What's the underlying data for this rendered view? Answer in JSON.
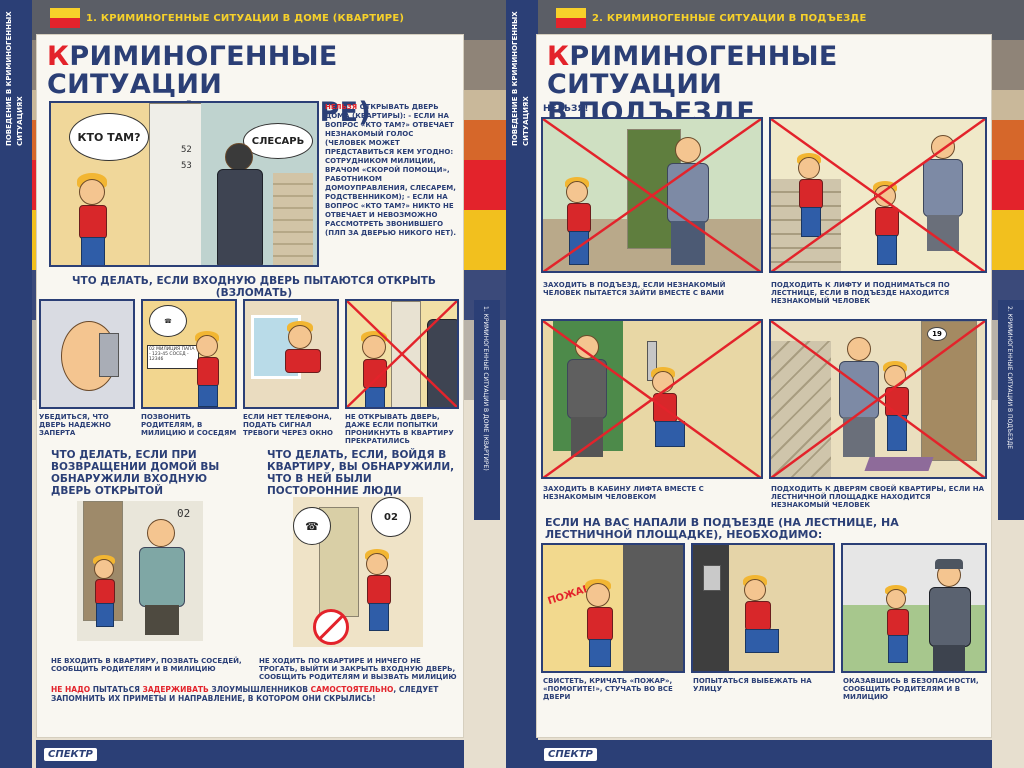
{
  "left": {
    "side_label": "ПОВЕДЕНИЕ В КРИМИНОГЕННЫХ СИТУАЦИЯХ",
    "top_label": "1. КРИМИНОГЕННЫЕ СИТУАЦИИ В ДОМЕ (КВАРТИРЕ)",
    "title_first": "К",
    "title_rest_1": "РИМИНОГЕННЫЕ СИТУАЦИИ",
    "title_line_2": "В ДОМЕ (КВАРТИРЕ)",
    "bubble_1": "КТО ТАМ?",
    "bubble_2": "СЛЕСАРЬ",
    "apt_52": "52",
    "apt_53": "53",
    "intro_red": "НЕЛЬЗЯ",
    "intro_text": "ОТКРЫВАТЬ ДВЕРЬ ДОМА (КВАРТИРЫ): - ЕСЛИ НА ВОПРОС «КТО ТАМ?» ОТВЕЧАЕТ НЕЗНАКОМЫЙ ГОЛОС (ЧЕЛОВЕК МОЖЕТ ПРЕДСТАВИТЬСЯ КЕМ УГОДНО: СОТРУДНИКОМ МИЛИЦИИ, ВРАЧОМ «СКОРОЙ ПОМОЩИ», РАБОТНИКОМ ДОМОУПРАВЛЕНИЯ, СЛЕСАРЕМ, РОДСТВЕННИКОМ); - ЕСЛИ НА ВОПРОС «КТО ТАМ?» НИКТО НЕ ОТВЕЧАЕТ И НЕВОЗМОЖНО РАССМОТРЕТЬ ЗВОНИВШЕГО (ПЛП ЗА ДВЕРЬЮ НИКОГО НЕТ).",
    "heading_break_in": "ЧТО ДЕЛАТЬ, ЕСЛИ ВХОДНУЮ ДВЕРЬ ПЫТАЮТСЯ ОТКРЫТЬ (ВЗЛОМАТЬ)",
    "cap_1": "УБЕДИТЬСЯ, ЧТО ДВЕРЬ НАДЕЖНО ЗАПЕРТА",
    "cap_2": "ПОЗВОНИТЬ РОДИТЕЛЯМ, В МИЛИЦИЮ И СОСЕДЯМ",
    "cap_3": "ЕСЛИ НЕТ ТЕЛЕФОНА, ПОДАТЬ СИГНАЛ ТРЕВОГИ ЧЕРЕЗ ОКНО",
    "cap_4": "НЕ ОТКРЫВАТЬ ДВЕРЬ, ДАЖЕ ЕСЛИ ПОПЫТКИ ПРОНИКНУТЬ В КВАРТИРУ ПРЕКРАТИЛИСЬ",
    "phone_note": "02 МИЛИЦИЯ ПАПА - 123-45 СОСЕД - 12346",
    "heading_open_door": "ЧТО ДЕЛАТЬ, ЕСЛИ ПРИ ВОЗВРАЩЕНИИ ДОМОЙ ВЫ ОБНАРУЖИЛИ ВХОДНУЮ ДВЕРЬ ОТКРЫТОЙ",
    "heading_strangers": "ЧТО ДЕЛАТЬ, ЕСЛИ, ВОЙДЯ В КВАРТИРУ, ВЫ ОБНАРУЖИЛИ, ЧТО В НЕЙ БЫЛИ ПОСТОРОННИЕ ЛЮДИ",
    "num_02_a": "02",
    "num_02_b": "02",
    "cap_5": "НЕ ВХОДИТЬ В КВАРТИРУ, ПОЗВАТЬ СОСЕДЕЙ, СООБЩИТЬ РОДИТЕЛЯМ И В МИЛИЦИЮ",
    "cap_6": "НЕ ХОДИТЬ ПО КВАРТИРЕ И НИЧЕГО НЕ ТРОГАТЬ, ВЫЙТИ И ЗАКРЫТЬ ВХОДНУЮ ДВЕРЬ, СООБЩИТЬ РОДИТЕЛЯМ И ВЫЗВАТЬ МИЛИЦИЮ",
    "bottom_red_1": "НЕ НАДО",
    "bottom_text_1": "ПЫТАТЬСЯ",
    "bottom_red_2": "ЗАДЕРЖИВАТЬ",
    "bottom_text_2": "ЗЛОУМЫШЛЕННИКОВ",
    "bottom_red_3": "САМОСТОЯТЕЛЬНО",
    "bottom_text_3": ", СЛЕДУЕТ ЗАПОМНИТЬ ИХ ПРИМЕТЫ И НАПРАВЛЕНИЕ, В КОТОРОМ ОНИ СКРЫЛИСЬ!",
    "footer_logo": "СПЕКТР",
    "right_band_text": "1. КРИМИНОГЕННЫЕ СИТУАЦИИ В ДОМЕ (КВАРТИРЕ)"
  },
  "right": {
    "side_label": "ПОВЕДЕНИЕ В КРИМИНОГЕННЫХ СИТУАЦИЯХ",
    "top_label": "2. КРИМИНОГЕННЫЕ СИТУАЦИИ В ПОДЪЕЗДЕ",
    "title_first": "К",
    "title_rest_1": "РИМИНОГЕННЫЕ СИТУАЦИИ",
    "title_line_2": "В ПОДЪЕЗДЕ",
    "nelzya": "НЕЛЬЗЯ!",
    "cap_1": "ЗАХОДИТЬ В ПОДЪЕЗД, ЕСЛИ НЕЗНАКОМЫЙ ЧЕЛОВЕК ПЫТАЕТСЯ ЗАЙТИ ВМЕСТЕ С ВАМИ",
    "cap_2": "ПОДХОДИТЬ К ЛИФТУ И ПОДНИМАТЬСЯ ПО ЛЕСТНИЦЕ, ЕСЛИ В ПОДЪЕЗДЕ НАХОДИТСЯ НЕЗНАКОМЫЙ ЧЕЛОВЕК",
    "cap_3": "ЗАХОДИТЬ В КАБИНУ ЛИФТА ВМЕСТЕ С НЕЗНАКОМЫМ ЧЕЛОВЕКОМ",
    "cap_4": "ПОДХОДИТЬ К ДВЕРЯМ СВОЕЙ КВАРТИРЫ, ЕСЛИ НА ЛЕСТНИЧНОЙ ПЛОЩАДКЕ НАХОДИТСЯ НЕЗНАКОМЫЙ ЧЕЛОВЕК",
    "apt_19": "19",
    "heading_attack": "ЕСЛИ НА ВАС НАПАЛИ В ПОДЪЕЗДЕ (НА ЛЕСТНИЦЕ, НА ЛЕСТНИЧНОЙ ПЛОЩАДКЕ), НЕОБХОДИМО:",
    "fire_word": "ПОЖАР!",
    "cap_5": "СВИСТЕТЬ, КРИЧАТЬ «ПОЖАР», «ПОМОГИТЕ!», СТУЧАТЬ ВО ВСЕ ДВЕРИ",
    "cap_6": "ПОПЫТАТЬСЯ ВЫБЕЖАТЬ НА УЛИЦУ",
    "cap_7": "ОКАЗАВШИСЬ В БЕЗОПАСНОСТИ, СООБЩИТЬ РОДИТЕЛЯМ И В МИЛИЦИЮ",
    "footer_logo": "СПЕКТР",
    "right_band_text": "2. КРИМИНОГЕННЫЕ СИТУАЦИИ В ПОДЪЕЗДЕ"
  },
  "colors": {
    "navy": "#2b3f76",
    "red": "#e3232b",
    "yellow": "#f7d12a",
    "paper": "#f9f7f1"
  }
}
